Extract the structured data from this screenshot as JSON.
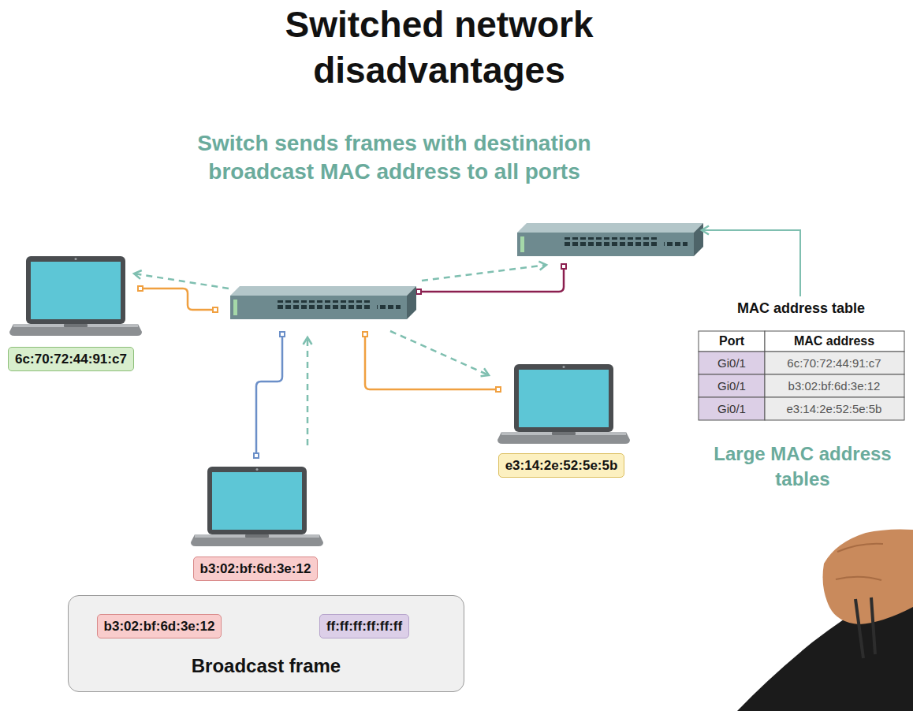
{
  "diagram": {
    "title": "Switched network disadvantages",
    "nodes": [
      {
        "text": [
          "6c:70:72:44:91:c7"
        ]
      },
      {
        "text": [
          "e3:14:2e:52:5e:5b"
        ]
      },
      {
        "text": [
          "b3:02:bf:6d:3e:12"
        ]
      },
      {
        "text": [
          "Broadcast frame"
        ]
      },
      {
        "text": [
          "b3:02:bf:6d:3e:12"
        ],
        "in": 3
      },
      {
        "text": [
          "ff:ff:ff:ff:ff:ff"
        ],
        "in": 3
      }
    ],
    "edges": [
      {
        "from": 4,
        "to": 5,
        "arrow": "to"
      }
    ],
    "labels": [
      "Switch sends frames with destination broadcast MAC address to all ports",
      "MAC address table",
      "Port",
      "MAC address",
      "Gi0/1",
      "6c:70:72:44:91:c7",
      "Gi0/1",
      "b3:02:bf:6d:3e:12",
      "Gi0/1",
      "e3:14:2e:52:5e:5b",
      "Large MAC address tables"
    ]
  }
}
